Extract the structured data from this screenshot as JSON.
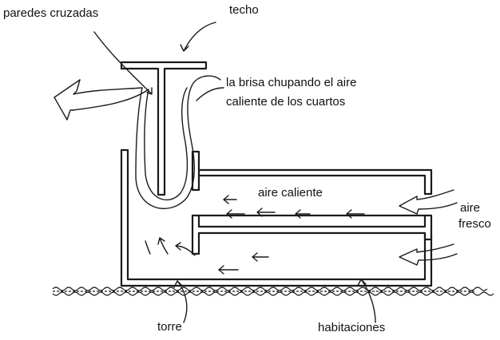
{
  "labels": {
    "paredes_cruzadas": "paredes cruzadas",
    "techo": "techo",
    "brisa_line1": "la brisa chupando el aire",
    "brisa_line2": "caliente de los cuartos",
    "aire_caliente": "aire caliente",
    "aire_line1": "aire",
    "aire_line2": "fresco",
    "torre": "torre",
    "habitaciones": "habitaciones"
  },
  "colors": {
    "ink": "#1a1a1a",
    "paper": "#ffffff"
  }
}
